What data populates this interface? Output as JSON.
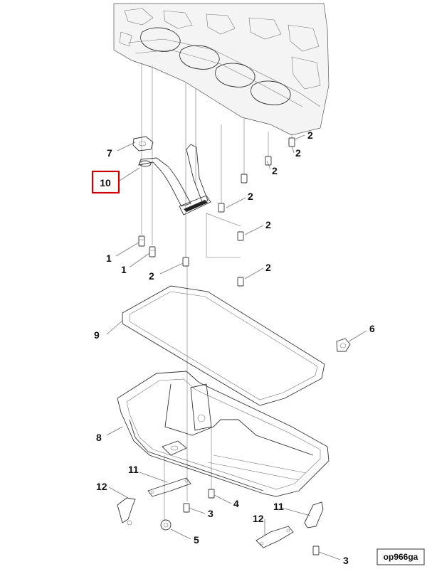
{
  "callouts": [
    {
      "id": "c7",
      "label": "7"
    },
    {
      "id": "c10",
      "label": "10"
    },
    {
      "id": "c2a",
      "label": "2"
    },
    {
      "id": "c2b",
      "label": "2"
    },
    {
      "id": "c2c",
      "label": "2"
    },
    {
      "id": "c2d",
      "label": "2"
    },
    {
      "id": "c2e",
      "label": "2"
    },
    {
      "id": "c2f",
      "label": "2"
    },
    {
      "id": "c2g",
      "label": "2"
    },
    {
      "id": "c1a",
      "label": "1"
    },
    {
      "id": "c1b",
      "label": "1"
    },
    {
      "id": "c6",
      "label": "6"
    },
    {
      "id": "c9",
      "label": "9"
    },
    {
      "id": "c8",
      "label": "8"
    },
    {
      "id": "c11a",
      "label": "11"
    },
    {
      "id": "c12a",
      "label": "12"
    },
    {
      "id": "c4",
      "label": "4"
    },
    {
      "id": "c3a",
      "label": "3"
    },
    {
      "id": "c5",
      "label": "5"
    },
    {
      "id": "c11b",
      "label": "11"
    },
    {
      "id": "c12b",
      "label": "12"
    },
    {
      "id": "c3b",
      "label": "3"
    }
  ],
  "highlight": {
    "callout": "10",
    "color": "#cc0000"
  },
  "figure_code": "op966ga",
  "colors": {
    "line": "#333333",
    "leader": "#777777",
    "highlight": "#cc0000"
  }
}
